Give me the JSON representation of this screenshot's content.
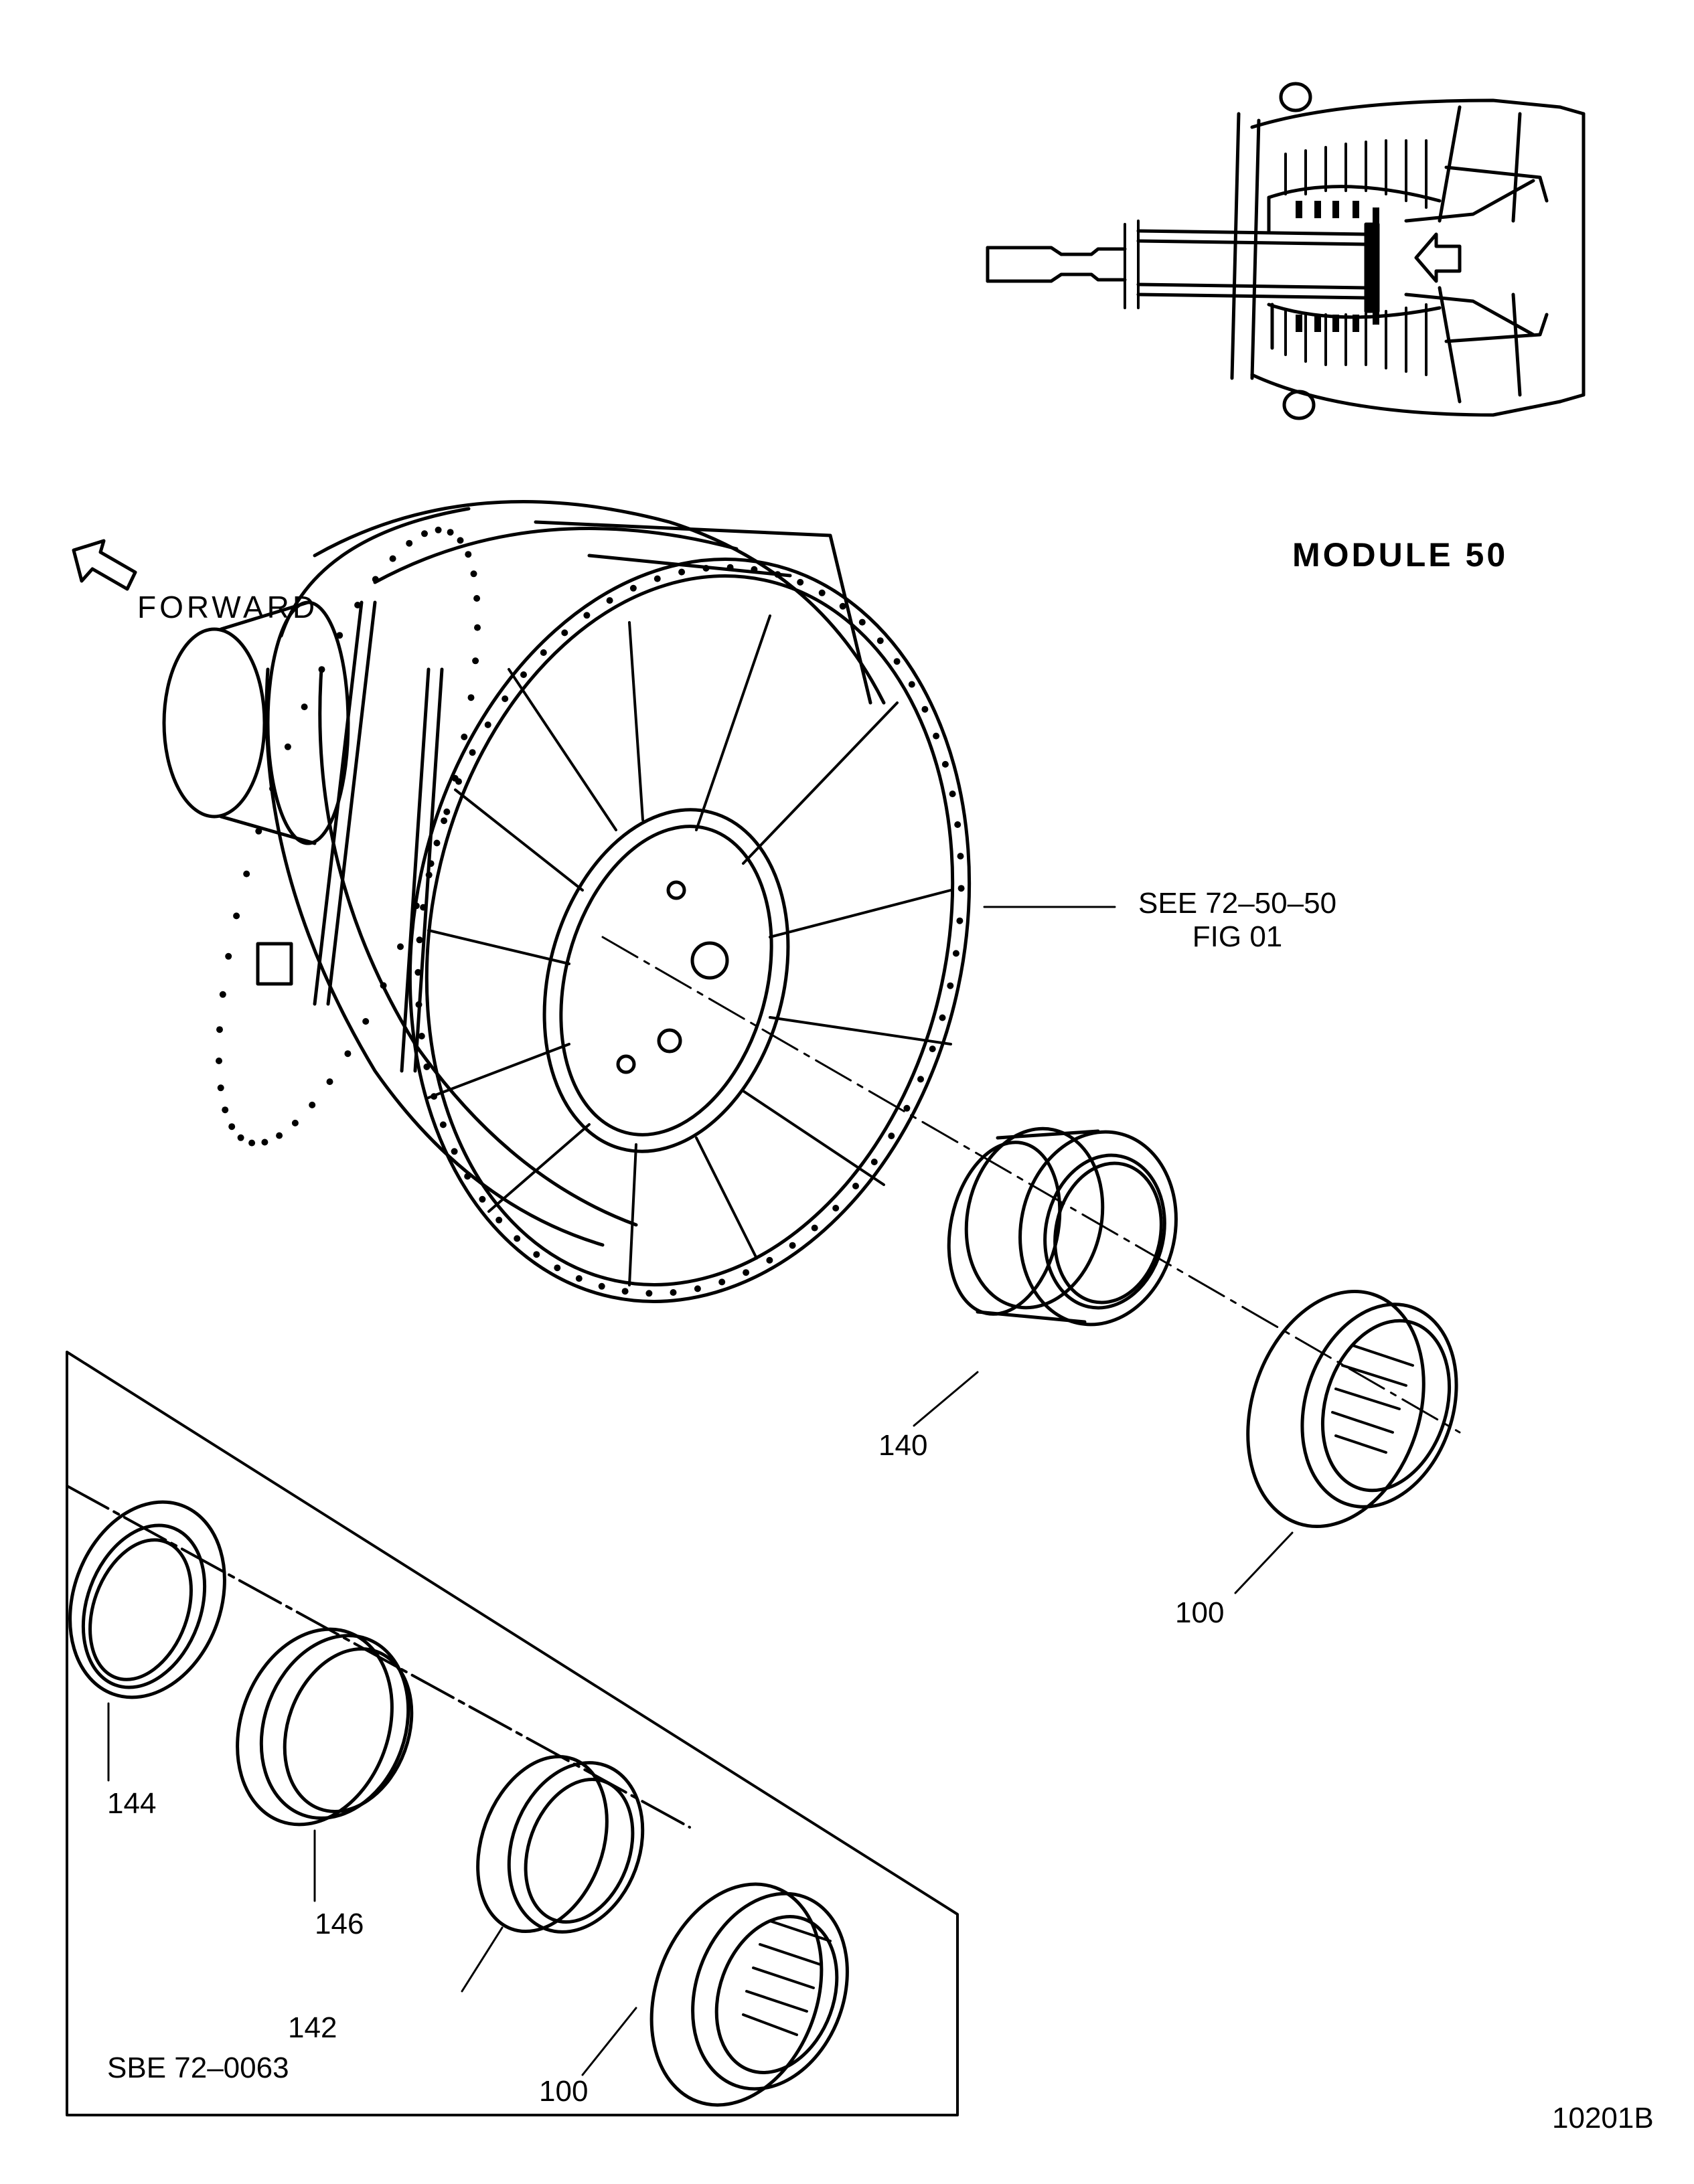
{
  "figure": {
    "id": "10201B",
    "type": "exploded-parts-illustration",
    "colors": {
      "ink": "#000000",
      "paper": "#ffffff"
    }
  },
  "labels": {
    "module": "MODULE 50",
    "forward": "FORWARD",
    "see_ref_line1": "SEE 72–50–50",
    "see_ref_line2": "FIG 01",
    "sbe": "SBE 72–0063",
    "figure_number": "10201B"
  },
  "callouts": {
    "main_seal_housing": "140",
    "main_bearing": "100",
    "inset_seal": "144",
    "inset_ring": "146",
    "inset_housing": "142",
    "inset_bearing": "100"
  },
  "icons": {
    "forward_arrow": "forward-arrow-icon"
  }
}
